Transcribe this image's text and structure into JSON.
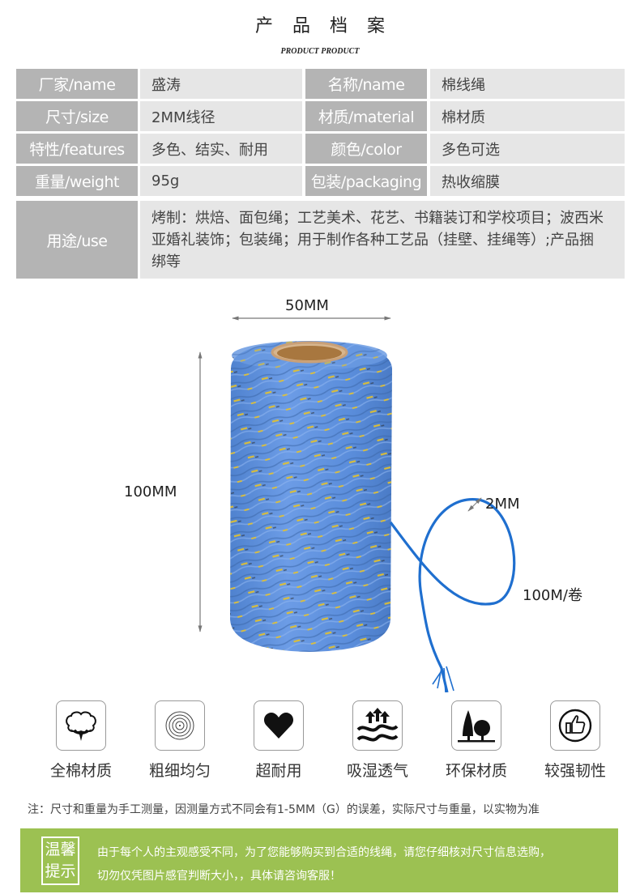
{
  "header": {
    "title_cn": "产品档案",
    "title_en": "PRODUCT PRODUCT"
  },
  "specs": {
    "rows": [
      {
        "label1": "厂家/name",
        "value1": "盛涛",
        "label2": "名称/name",
        "value2": "棉线绳"
      },
      {
        "label1": "尺寸/size",
        "value1": "2MM线径",
        "label2": "材质/material",
        "value2": "棉材质"
      },
      {
        "label1": "特性/features",
        "value1": "多色、结实、耐用",
        "label2": "颜色/color",
        "value2": "多色可选"
      },
      {
        "label1": "重量/weight",
        "value1": "95g",
        "label2": "包装/packaging",
        "value2": "热收缩膜"
      }
    ],
    "use": {
      "label": "用途/use",
      "value": "烤制：烘焙、面包绳；工艺美术、花艺、书籍装订和学校项目；波西米亚婚礼装饰；包装绳；用于制作各种工艺品（挂壁、挂绳等）;产品捆绑等"
    }
  },
  "product": {
    "width_label": "50MM",
    "height_label": "100MM",
    "thickness_label": "2MM",
    "length_label": "100M/卷",
    "colors": {
      "twine": "#5b8fdc",
      "gold": "#e6c22a",
      "core": "#c9a077",
      "strand": "#1f6fcf"
    }
  },
  "features": [
    {
      "icon": "cotton-icon",
      "label": "全棉材质"
    },
    {
      "icon": "concentric-circles-icon",
      "label": "粗细均匀"
    },
    {
      "icon": "heart-icon",
      "label": "超耐用"
    },
    {
      "icon": "moisture-wave-icon",
      "label": "吸湿透气"
    },
    {
      "icon": "tree-icon",
      "label": "环保材质"
    },
    {
      "icon": "thumbs-up-icon",
      "label": "较强韧性"
    }
  ],
  "note": "注：尺寸和重量为手工测量，因测量方式不同会有1-5MM（G）的误差，实际尺寸与重量，以实物为准",
  "tip": {
    "badge_line1": "温馨",
    "badge_line2": "提示",
    "line1": "由于每个人的主观感受不同，为了您能够购买到合适的线绳，请您仔细核对尺寸信息选购，",
    "line2": "切勿仅凭图片感官判断大小，，具体请咨询客服！",
    "color": "#9cc152"
  }
}
